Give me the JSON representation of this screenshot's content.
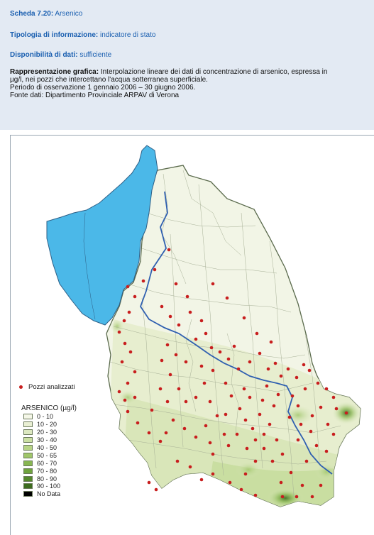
{
  "header": {
    "scheda_label": "Scheda 7.20:",
    "scheda_value": "Arsenico",
    "tipologia_label": "Tipologia di informazione:",
    "tipologia_value": "indicatore di stato",
    "disponibilita_label": "Disponibilità di dati:",
    "disponibilita_value": "sufficiente",
    "rappr_label": "Rappresentazione grafica:",
    "rappr_value": "Interpolazione lineare dei dati di concentrazione di arsenico, espressa in",
    "rappr_line2": "µg/l, nei pozzi che intercettano l'acqua sotterranea superficiale.",
    "periodo": "Periodo di osservazione 1 gennaio 2006 – 30 giugno 2006.",
    "fonte": "Fonte dati: Dipartimento Provinciale ARPAV di Verona"
  },
  "map": {
    "pozzi_label": "Pozzi analizzati",
    "legend_title": "ARSENICO  (µg/l)",
    "legend": [
      {
        "label": "0 - 10",
        "color": "#f5f7e8"
      },
      {
        "label": "10 - 20",
        "color": "#e9efd3"
      },
      {
        "label": "20 - 30",
        "color": "#dce8c0"
      },
      {
        "label": "30 - 40",
        "color": "#cbe0a3"
      },
      {
        "label": "40 - 50",
        "color": "#b7d485"
      },
      {
        "label": "50 - 65",
        "color": "#a0c66a"
      },
      {
        "label": "60 - 70",
        "color": "#88b652"
      },
      {
        "label": "70 - 80",
        "color": "#6fa33e"
      },
      {
        "label": "80 - 90",
        "color": "#55892d"
      },
      {
        "label": "90 - 100",
        "color": "#3d6c1f"
      },
      {
        "label": "No Data",
        "color": "#000000"
      }
    ],
    "lake_color": "#4bb8e8",
    "river_color": "#2f5fb0",
    "well_color": "#c81e1e"
  }
}
